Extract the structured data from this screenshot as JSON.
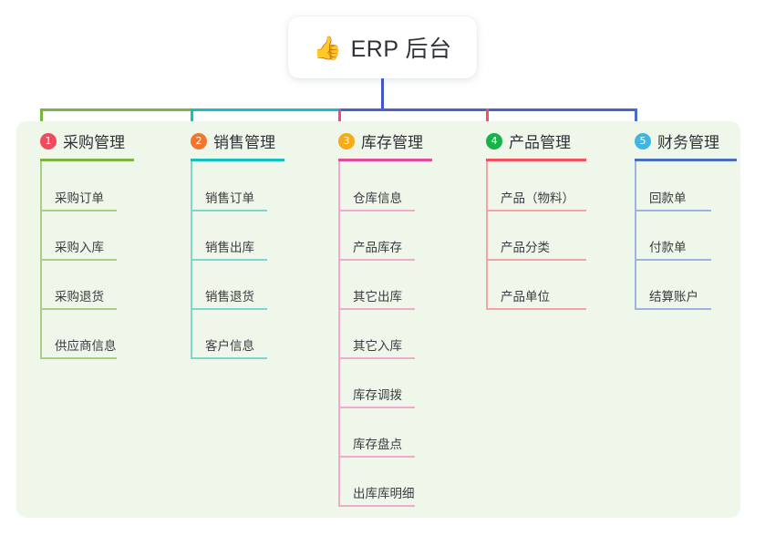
{
  "root": {
    "emoji": "👍",
    "emoji_name": "thumbs-up-icon",
    "title": "ERP 后台"
  },
  "colors": {
    "panel_bg": "#eef7e9",
    "card_bg": "#ffffff",
    "text": "#2f3238",
    "root_stem": "#4156c8",
    "bar_green": "#7db544",
    "bar_teal": "#17c0c0",
    "bar_blue": "#4a5fd0"
  },
  "columns": [
    {
      "index": "1",
      "title": "采购管理",
      "badge_color": "#ef4b5e",
      "line_color": "#7db544",
      "item_line_color": "#a8cf85",
      "items": [
        "采购订单",
        "采购入库",
        "采购退货",
        "供应商信息"
      ]
    },
    {
      "index": "2",
      "title": "销售管理",
      "badge_color": "#f2762e",
      "line_color": "#17c0c0",
      "item_line_color": "#7fd6cf",
      "items": [
        "销售订单",
        "销售出库",
        "销售退货",
        "客户信息"
      ]
    },
    {
      "index": "3",
      "title": "库存管理",
      "badge_color": "#f5ac18",
      "line_color": "#e8489c",
      "item_line_color": "#edaccb",
      "items": [
        "仓库信息",
        "产品库存",
        "其它出库",
        "其它入库",
        "库存调拨",
        "库存盘点",
        "出库库明细"
      ]
    },
    {
      "index": "4",
      "title": "产品管理",
      "badge_color": "#18b24a",
      "line_color": "#f4515c",
      "item_line_color": "#f4a3a6",
      "items": [
        "产品（物料）",
        "产品分类",
        "产品单位"
      ]
    },
    {
      "index": "5",
      "title": "财务管理",
      "badge_color": "#3fb6e0",
      "line_color": "#4a6ec4",
      "item_line_color": "#9eb4e0",
      "items": [
        "回款单",
        "付款单",
        "结算账户"
      ]
    }
  ]
}
